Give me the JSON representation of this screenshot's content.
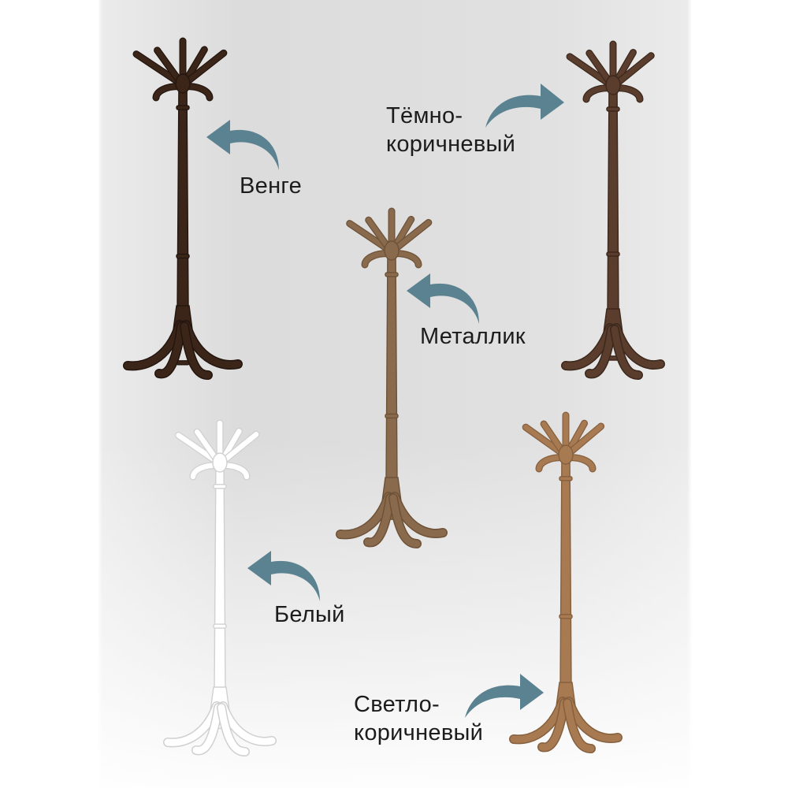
{
  "variants": [
    {
      "id": "venge",
      "lines": [
        "Венге"
      ],
      "color": "#3b2519",
      "edge": "#24160e"
    },
    {
      "id": "dark-brown",
      "lines": [
        "Тёмно-",
        "коричневый"
      ],
      "color": "#5a3d2c",
      "edge": "#3c281c"
    },
    {
      "id": "metallic",
      "lines": [
        "Металлик"
      ],
      "color": "#8a6a4c",
      "edge": "#6e5238"
    },
    {
      "id": "white",
      "lines": [
        "Белый"
      ],
      "color": "#ffffff",
      "edge": "#d0d0d0"
    },
    {
      "id": "light-brown",
      "lines": [
        "Светло-",
        "коричневый"
      ],
      "color": "#a77a52",
      "edge": "#86603e"
    }
  ],
  "arrow_color": "#5b8290",
  "text_color": "#1c1c1c",
  "arrows": {
    "venge": "arrow-left-icon",
    "dark-brown": "arrow-right-icon",
    "metallic": "arrow-left-icon",
    "white": "arrow-left-icon",
    "light-brown": "arrow-right-icon"
  }
}
